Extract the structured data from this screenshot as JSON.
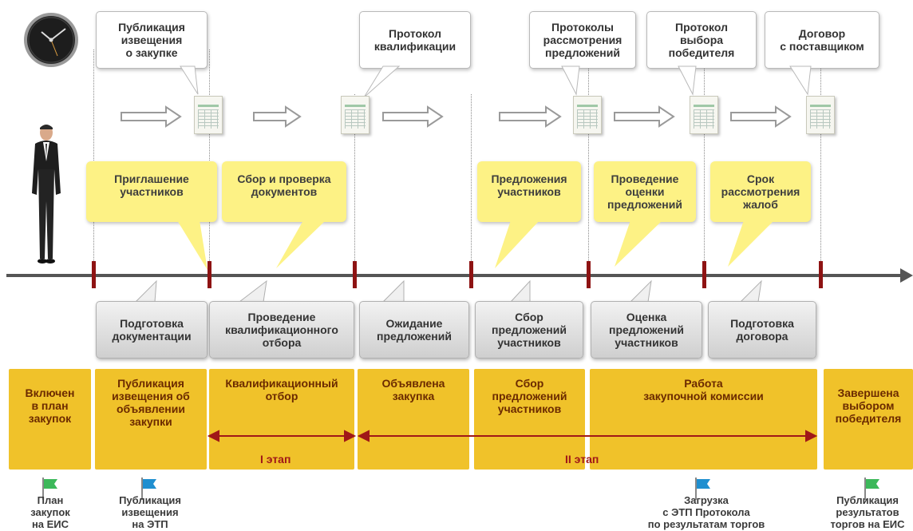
{
  "top_callouts": [
    "Публикация\nизвещения\nо закупке",
    "Протокол\nквалификации",
    "Протоколы\nрассмотрения\nпредложений",
    "Протокол\nвыбора\nпобедителя",
    "Договор\nс поставщиком"
  ],
  "yellow_callouts": [
    "Приглашение\nучастников",
    "Сбор и проверка\nдокументов",
    "Предложения\nучастников",
    "Проведение\nоценки\nпредложений",
    "Срок\nрассмотрения\nжалоб"
  ],
  "gray_callouts": [
    "Подготовка\nдокументации",
    "Проведение\nквалификационного\nотбора",
    "Ожидание\nпредложений",
    "Сбор\nпредложений\nучастников",
    "Оценка\nпредложений\nучастников",
    "Подготовка\nдоговора"
  ],
  "status_boxes": [
    "Включен\nв план\nзакупок",
    "Публикация\nизвещения об\nобъявлении\nзакупки",
    "Квалификационный\nотбор",
    "Объявлена\nзакупка",
    "Сбор\nпредложений\nучастников",
    "Работа\nзакупочной комиссии",
    "Завершена\nвыбором\nпобедителя"
  ],
  "stages": [
    "I этап",
    "II этап"
  ],
  "captions": [
    "План\nзакупок\nна ЕИС",
    "Публикация\nизвещения\nна ЭТП",
    "Загрузка\nс ЭТП Протокола\nпо результатам торгов",
    "Публикация\nрезультатов\nторгов на ЕИС"
  ],
  "colors": {
    "timeline": "#555555",
    "tick": "#8e1313",
    "status_box": "#f0c22a",
    "yellow_callout": "#fdf285",
    "flag_green": "#3cb85a",
    "flag_blue": "#1f8fd0"
  }
}
